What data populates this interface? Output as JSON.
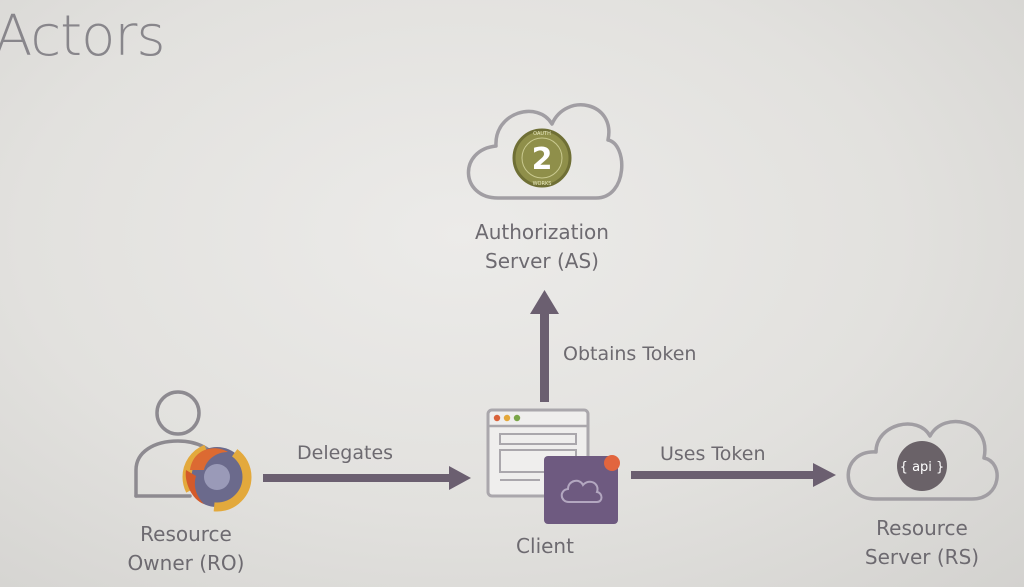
{
  "slide": {
    "title": "Actors"
  },
  "nodes": {
    "authorization_server": {
      "line1": "Authorization",
      "line2": "Server (AS)",
      "badge_number": "2",
      "badge_top_text": "OAUTH",
      "badge_bottom_text": "WORKS"
    },
    "resource_owner": {
      "line1": "Resource",
      "line2": "Owner (RO)"
    },
    "client": {
      "label": "Client"
    },
    "resource_server": {
      "line1": "Resource",
      "line2": "Server (RS)",
      "badge_text": "{ api }"
    }
  },
  "edges": {
    "delegates": "Delegates",
    "obtains_token": "Obtains Token",
    "uses_token": "Uses Token"
  },
  "colors": {
    "arrow": "#6b5f70",
    "cloud_outline": "#a19ea3",
    "badge_green": "#8f8f4a",
    "api_badge": "#6a6268",
    "client_app": "#6e5a80",
    "notification_dot": "#e2653e"
  }
}
